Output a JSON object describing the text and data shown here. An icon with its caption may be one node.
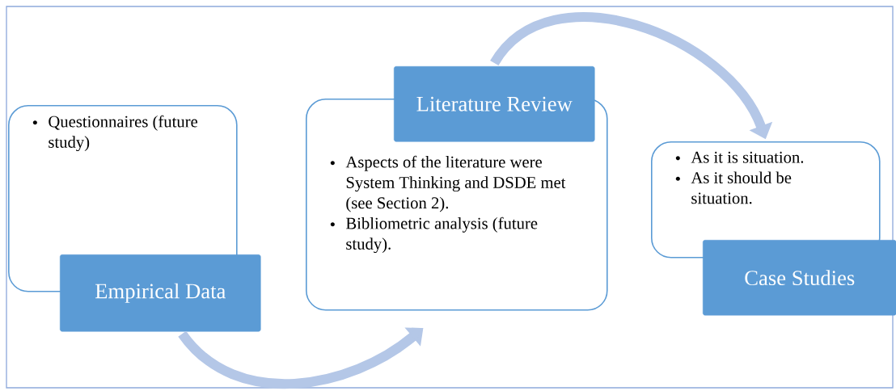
{
  "diagram": {
    "nodes": [
      {
        "text": [
          "Questionnaires (future study)"
        ]
      },
      {
        "text": [
          "Empirical Data"
        ]
      },
      {
        "text": [
          "Aspects of the literature were System Thinking and DSDE met (see Section 2).",
          "Bibliometric analysis (future study)."
        ]
      },
      {
        "text": [
          "Literature Review"
        ]
      },
      {
        "text": [
          "As it is situation.",
          "As it should be situation."
        ]
      },
      {
        "text": [
          "Case Studies"
        ]
      }
    ],
    "edges": [
      {
        "from": 1,
        "to": 2,
        "arrow": "to"
      },
      {
        "from": 3,
        "to": 4,
        "arrow": "to"
      }
    ]
  }
}
